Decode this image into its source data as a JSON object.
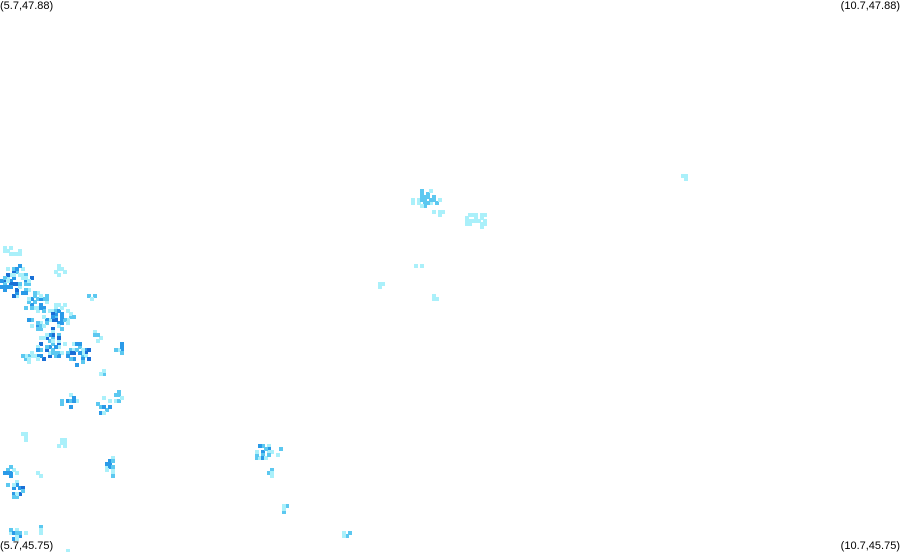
{
  "map": {
    "bounds": {
      "lon_min": 5.7,
      "lon_max": 10.7,
      "lat_min": 45.75,
      "lat_max": 47.88
    },
    "corner_labels": {
      "top_left": "(5.7,47.88)",
      "top_right": "(10.7,47.88)",
      "bottom_left": "(5.7,45.75)",
      "bottom_right": "(10.7,45.75)"
    },
    "background": "#ffffff",
    "intensity_colors": {
      "light": "#aaf0fa",
      "medium": "#5cc8f0",
      "strong": "#2a9ae8",
      "heavy": "#1a6fd6"
    }
  }
}
